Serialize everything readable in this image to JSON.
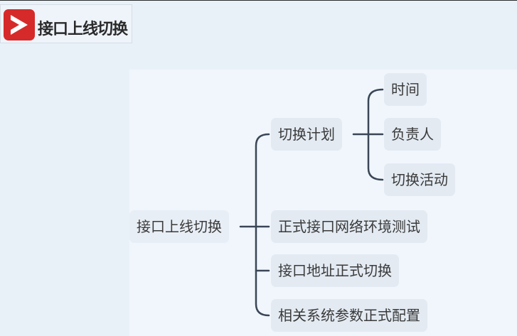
{
  "app": {
    "title": "接口上线切换"
  },
  "mindmap": {
    "root": "接口上线切换",
    "branches": [
      {
        "label": "切换计划",
        "children": [
          "时间",
          "负责人",
          "切换活动"
        ]
      },
      {
        "label": "正式接口网络环境测试"
      },
      {
        "label": "接口地址正式切换"
      },
      {
        "label": "相关系统参数正式配置"
      }
    ]
  },
  "colors": {
    "connector": "#3a4656",
    "node_bg": "#e3eaf2",
    "canvas_bg": "#f0f6fc",
    "logo": "#d62a2a"
  }
}
